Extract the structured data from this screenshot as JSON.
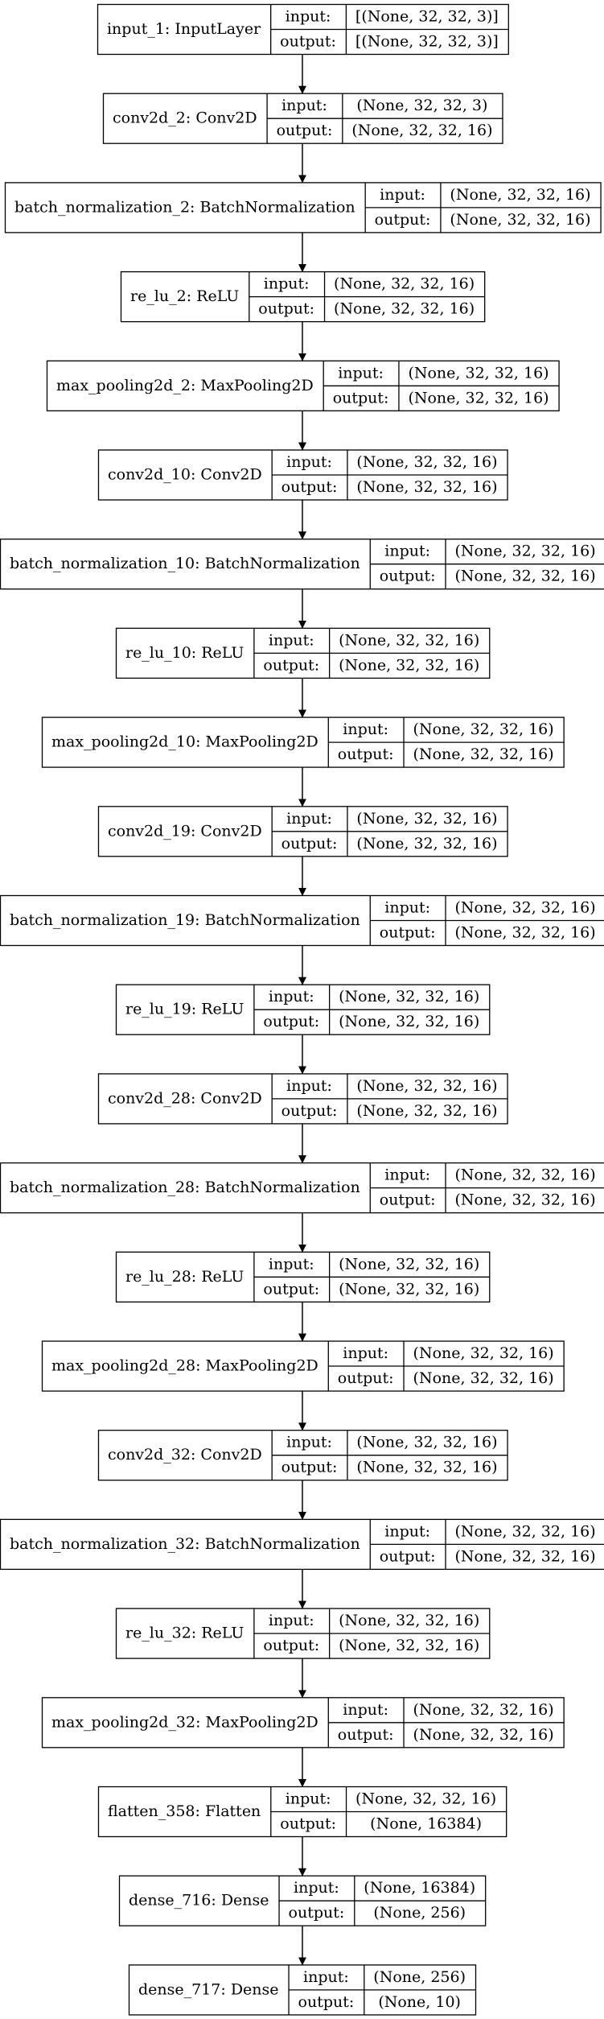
{
  "diagram": {
    "type": "keras-model-plot",
    "port_labels": {
      "input": "input:",
      "output": "output:"
    },
    "layers": [
      {
        "name": "input_1: InputLayer",
        "input": "[(None, 32, 32, 3)]",
        "output": "[(None, 32, 32, 3)]"
      },
      {
        "name": "conv2d_2: Conv2D",
        "input": "(None, 32, 32, 3)",
        "output": "(None, 32, 32, 16)"
      },
      {
        "name": "batch_normalization_2: BatchNormalization",
        "input": "(None, 32, 32, 16)",
        "output": "(None, 32, 32, 16)"
      },
      {
        "name": "re_lu_2: ReLU",
        "input": "(None, 32, 32, 16)",
        "output": "(None, 32, 32, 16)"
      },
      {
        "name": "max_pooling2d_2: MaxPooling2D",
        "input": "(None, 32, 32, 16)",
        "output": "(None, 32, 32, 16)"
      },
      {
        "name": "conv2d_10: Conv2D",
        "input": "(None, 32, 32, 16)",
        "output": "(None, 32, 32, 16)"
      },
      {
        "name": "batch_normalization_10: BatchNormalization",
        "input": "(None, 32, 32, 16)",
        "output": "(None, 32, 32, 16)"
      },
      {
        "name": "re_lu_10: ReLU",
        "input": "(None, 32, 32, 16)",
        "output": "(None, 32, 32, 16)"
      },
      {
        "name": "max_pooling2d_10: MaxPooling2D",
        "input": "(None, 32, 32, 16)",
        "output": "(None, 32, 32, 16)"
      },
      {
        "name": "conv2d_19: Conv2D",
        "input": "(None, 32, 32, 16)",
        "output": "(None, 32, 32, 16)"
      },
      {
        "name": "batch_normalization_19: BatchNormalization",
        "input": "(None, 32, 32, 16)",
        "output": "(None, 32, 32, 16)"
      },
      {
        "name": "re_lu_19: ReLU",
        "input": "(None, 32, 32, 16)",
        "output": "(None, 32, 32, 16)"
      },
      {
        "name": "conv2d_28: Conv2D",
        "input": "(None, 32, 32, 16)",
        "output": "(None, 32, 32, 16)"
      },
      {
        "name": "batch_normalization_28: BatchNormalization",
        "input": "(None, 32, 32, 16)",
        "output": "(None, 32, 32, 16)"
      },
      {
        "name": "re_lu_28: ReLU",
        "input": "(None, 32, 32, 16)",
        "output": "(None, 32, 32, 16)"
      },
      {
        "name": "max_pooling2d_28: MaxPooling2D",
        "input": "(None, 32, 32, 16)",
        "output": "(None, 32, 32, 16)"
      },
      {
        "name": "conv2d_32: Conv2D",
        "input": "(None, 32, 32, 16)",
        "output": "(None, 32, 32, 16)"
      },
      {
        "name": "batch_normalization_32: BatchNormalization",
        "input": "(None, 32, 32, 16)",
        "output": "(None, 32, 32, 16)"
      },
      {
        "name": "re_lu_32: ReLU",
        "input": "(None, 32, 32, 16)",
        "output": "(None, 32, 32, 16)"
      },
      {
        "name": "max_pooling2d_32: MaxPooling2D",
        "input": "(None, 32, 32, 16)",
        "output": "(None, 32, 32, 16)"
      },
      {
        "name": "flatten_358: Flatten",
        "input": "(None, 32, 32, 16)",
        "output": "(None, 16384)"
      },
      {
        "name": "dense_716: Dense",
        "input": "(None, 16384)",
        "output": "(None, 256)"
      },
      {
        "name": "dense_717: Dense",
        "input": "(None, 256)",
        "output": "(None, 10)"
      }
    ]
  }
}
